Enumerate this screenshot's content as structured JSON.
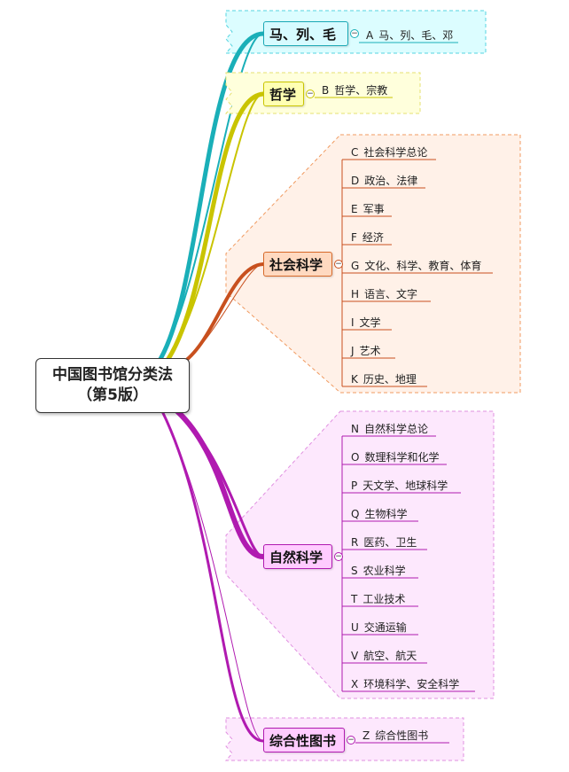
{
  "root": {
    "line1": "中国图书馆分类法",
    "line2": "（第5版）"
  },
  "colors": {
    "teal": "#1aafb8",
    "yellow": "#c9c400",
    "orange": "#c8501e",
    "magenta": "#b01ab0"
  },
  "branches": [
    {
      "label": "马、列、毛",
      "items": [
        {
          "code": "A",
          "text": "马、列、毛、邓"
        }
      ]
    },
    {
      "label": "哲学",
      "items": [
        {
          "code": "B",
          "text": "哲学、宗教"
        }
      ]
    },
    {
      "label": "社会科学",
      "items": [
        {
          "code": "C",
          "text": "社会科学总论"
        },
        {
          "code": "D",
          "text": "政治、法律"
        },
        {
          "code": "E",
          "text": "军事"
        },
        {
          "code": "F",
          "text": "经济"
        },
        {
          "code": "G",
          "text": "文化、科学、教育、体育"
        },
        {
          "code": "H",
          "text": "语言、文字"
        },
        {
          "code": "I",
          "text": "文学"
        },
        {
          "code": "J",
          "text": "艺术"
        },
        {
          "code": "K",
          "text": "历史、地理"
        }
      ]
    },
    {
      "label": "自然科学",
      "items": [
        {
          "code": "N",
          "text": "自然科学总论"
        },
        {
          "code": "O",
          "text": "数理科学和化学"
        },
        {
          "code": "P",
          "text": "天文学、地球科学"
        },
        {
          "code": "Q",
          "text": "生物科学"
        },
        {
          "code": "R",
          "text": "医药、卫生"
        },
        {
          "code": "S",
          "text": "农业科学"
        },
        {
          "code": "T",
          "text": "工业技术"
        },
        {
          "code": "U",
          "text": "交通运输"
        },
        {
          "code": "V",
          "text": "航空、航天"
        },
        {
          "code": "X",
          "text": "环境科学、安全科学"
        }
      ]
    },
    {
      "label": "综合性图书",
      "items": [
        {
          "code": "Z",
          "text": "综合性图书"
        }
      ]
    }
  ]
}
